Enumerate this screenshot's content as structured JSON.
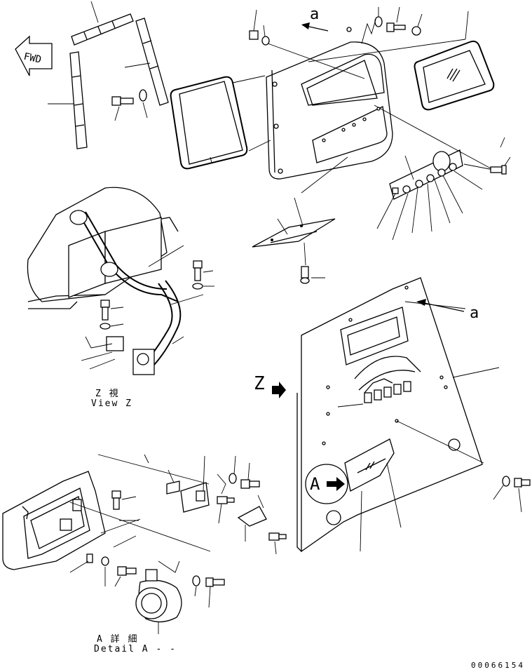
{
  "fwd_label": "FWD",
  "view_ref_a_top": "a",
  "view_ref_a_right": "a",
  "view_z_marker": "Z",
  "view_z_caption": "Z  視",
  "view_z_caption_en": "View Z",
  "detail_a_marker": "A",
  "detail_a_caption": "A 詳 細",
  "detail_a_caption_en": "Detail A - -",
  "drawing_number": "00066154"
}
